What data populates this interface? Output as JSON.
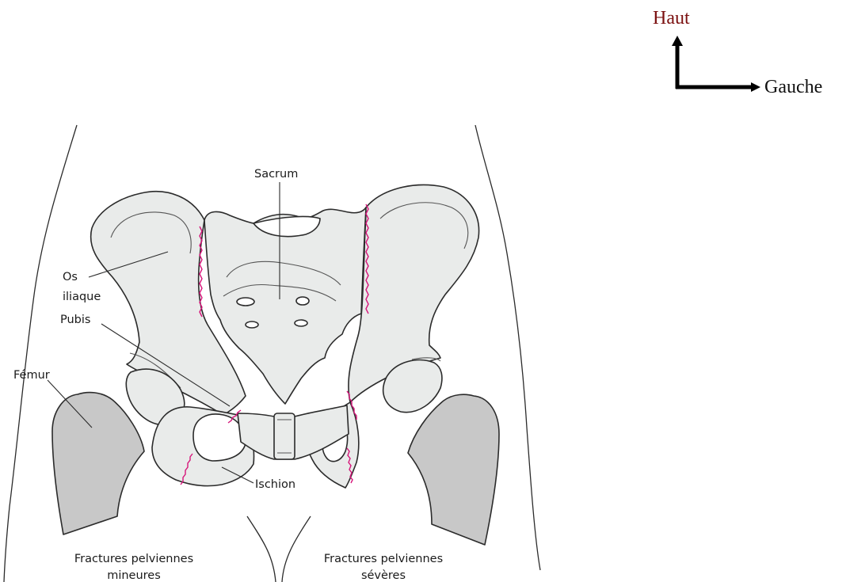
{
  "orientation": {
    "up_label": "Haut",
    "left_label": "Gauche",
    "up_color": "#7b1010",
    "left_color": "#111111"
  },
  "labels": {
    "sacrum": "Sacrum",
    "os_line1": "Os",
    "os_line2": "iliaque",
    "pubis": "Pubis",
    "femur": "Fémur",
    "ischion": "Ischion"
  },
  "captions": {
    "minor_line1": "Fractures pelviennes",
    "minor_line2": "mineures",
    "severe_line1": "Fractures pelviennes",
    "severe_line2": "sévères"
  },
  "colors": {
    "fracture": "#d6157a",
    "bone": "#e9ebea",
    "femur": "#c8c8c8"
  }
}
